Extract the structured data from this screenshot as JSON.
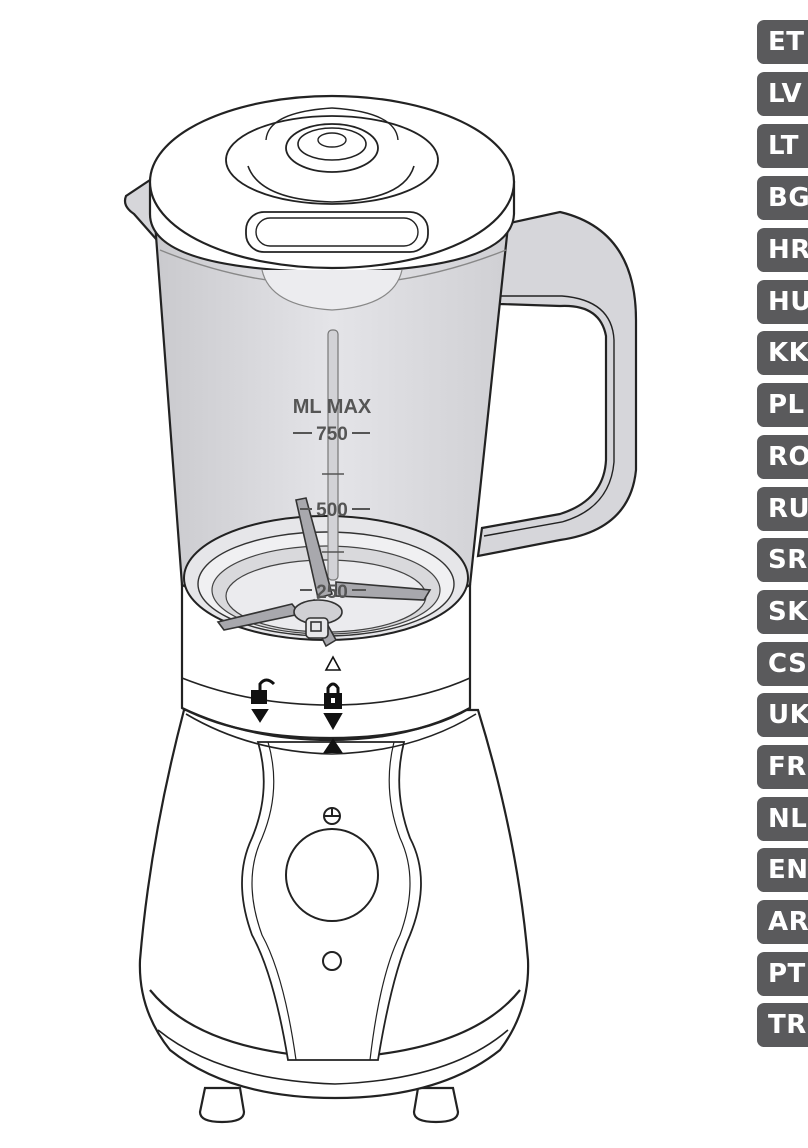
{
  "languages": [
    "ET",
    "LV",
    "LT",
    "BG",
    "HR",
    "HU",
    "KK",
    "PL",
    "RO",
    "RU",
    "SR",
    "SK",
    "CS",
    "UK",
    "FR",
    "NL",
    "EN",
    "AR",
    "PT",
    "TR"
  ],
  "jug_markings": {
    "max_label": "ML MAX",
    "levels": [
      "750",
      "500",
      "250"
    ]
  },
  "colors": {
    "language_tab": "#5a5a5c",
    "jug_tint": "#d9d9dd",
    "line": "#222222"
  }
}
